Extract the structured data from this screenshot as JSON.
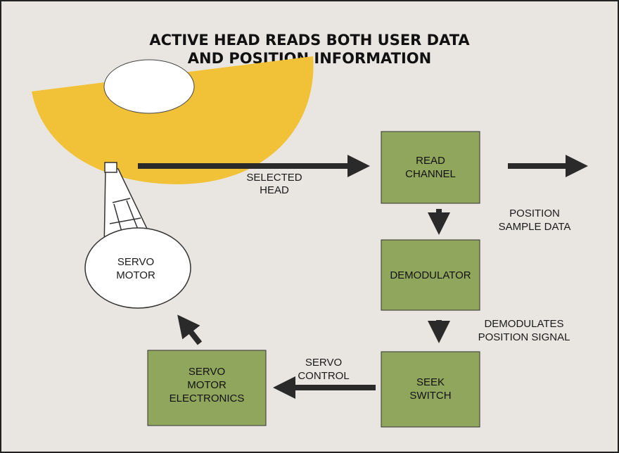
{
  "title": {
    "line1": "ACTIVE HEAD READS BOTH USER DATA",
    "line2": "AND POSITION INFORMATION"
  },
  "labels": {
    "selected_head": [
      "SELECTED",
      "HEAD"
    ],
    "position_sample_data": [
      "POSITION",
      "SAMPLE DATA"
    ],
    "demodulates": [
      "DEMODULATES",
      "POSITION SIGNAL"
    ],
    "servo_control": [
      "SERVO",
      "CONTROL"
    ],
    "servo_motor": [
      "SERVO",
      "MOTOR"
    ]
  },
  "boxes": {
    "read_channel": [
      "READ",
      "CHANNEL"
    ],
    "demodulator": [
      "DEMODULATOR"
    ],
    "seek_switch": [
      "SEEK",
      "SWITCH"
    ],
    "servo_electronics": [
      "SERVO",
      "MOTOR",
      "ELECTRONICS"
    ]
  },
  "colors": {
    "box_fill": "#90a65c",
    "disk_fill": "#f1c238",
    "arrow": "#2a2a2a",
    "page_bg": "#e9e6e2"
  }
}
